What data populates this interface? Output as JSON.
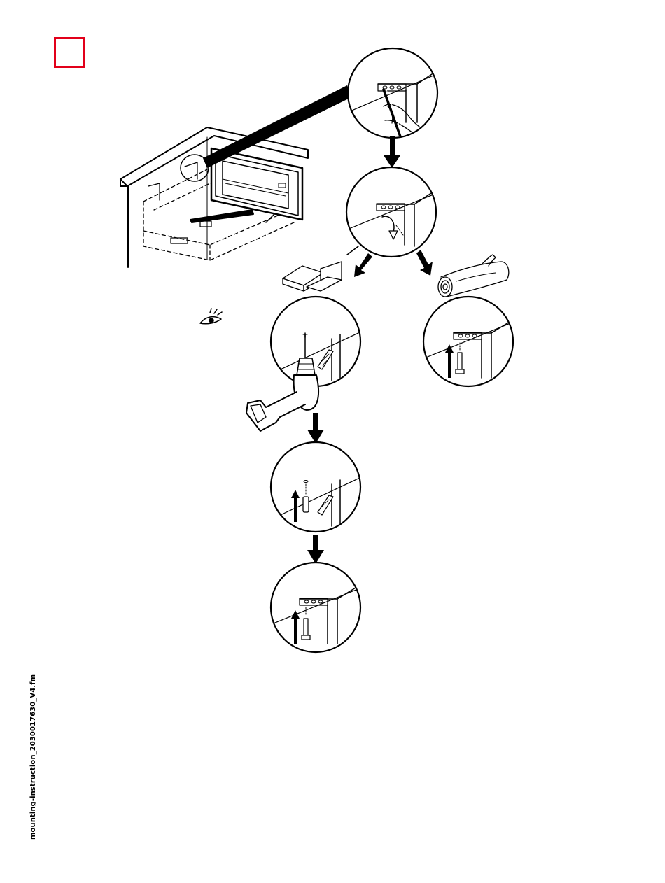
{
  "page": {
    "footer_filename": "mounting-instruction_2030017630_V4.fm",
    "accent_color": "#e2001a"
  },
  "illustration": {
    "icons": [
      "step-marker-square",
      "cabinet-with-oven",
      "pencil-marking-hole",
      "drill-pilot-hole",
      "concrete-wall-material",
      "wood-log-material",
      "drill",
      "insert-dowel",
      "screw-bracket",
      "eye-icon"
    ]
  }
}
